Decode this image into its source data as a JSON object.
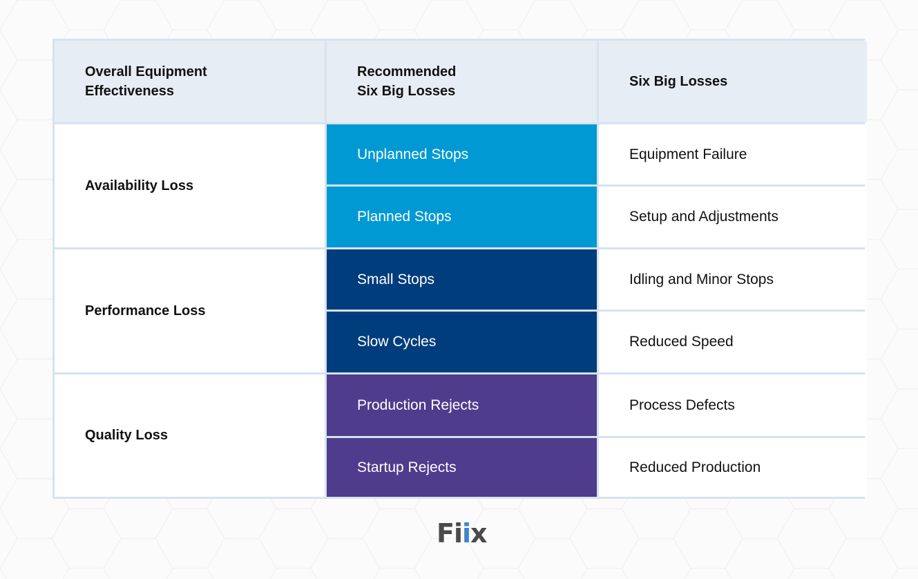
{
  "table": {
    "headers": [
      {
        "line1": "Overall Equipment",
        "line2": "Effectiveness"
      },
      {
        "line1": "Recommended",
        "line2": "Six Big Losses"
      },
      {
        "line1": "Six Big Losses",
        "line2": ""
      }
    ],
    "categories": [
      {
        "label": "Availability Loss",
        "color": "#0099d4",
        "rows": [
          {
            "recommended": "Unplanned Stops",
            "loss": "Equipment Failure"
          },
          {
            "recommended": "Planned Stops",
            "loss": "Setup and Adjustments"
          }
        ]
      },
      {
        "label": "Performance Loss",
        "color": "#003d7c",
        "rows": [
          {
            "recommended": "Small Stops",
            "loss": "Idling and Minor Stops"
          },
          {
            "recommended": "Slow Cycles",
            "loss": "Reduced Speed"
          }
        ]
      },
      {
        "label": "Quality Loss",
        "color": "#4f3c8c",
        "rows": [
          {
            "recommended": "Production Rejects",
            "loss": "Process Defects"
          },
          {
            "recommended": "Startup Rejects",
            "loss": "Reduced Production"
          }
        ]
      }
    ]
  },
  "logo": {
    "parts": [
      "F",
      "i",
      "i",
      "x"
    ],
    "colors": [
      "#4a4a4a",
      "#4a4a4a",
      "#3b86cf",
      "#4a4a4a"
    ]
  },
  "colors": {
    "header_bg": "#e6edf4",
    "grid_line": "#d6e3ef"
  }
}
